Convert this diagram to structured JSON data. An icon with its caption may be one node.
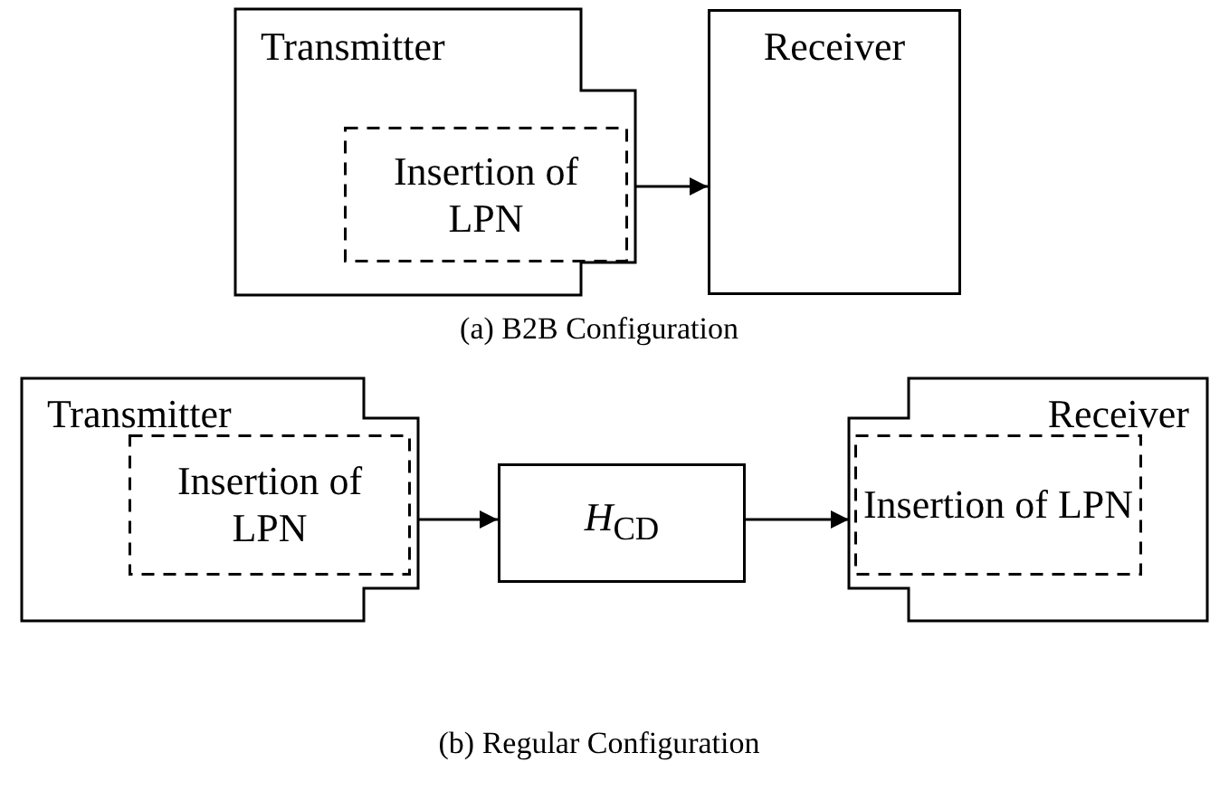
{
  "diagram": {
    "nodes": [
      {
        "text": [
          "Transmitter"
        ]
      },
      {
        "text": [
          "Insertion of LPN"
        ],
        "in": 0
      },
      {
        "text": [
          "Receiver"
        ]
      },
      {
        "text": [
          "Transmitter"
        ]
      },
      {
        "text": [
          "Insertion of LPN"
        ],
        "in": 3
      },
      {
        "text": [
          "*H*$_{CD}$"
        ]
      },
      {
        "text": [
          "Receiver"
        ]
      },
      {
        "text": [
          "Insertion of LPN"
        ],
        "in": 6
      }
    ],
    "edges": [
      {
        "from": 0,
        "to": 2,
        "arrow": "to"
      },
      {
        "from": 3,
        "to": 5,
        "arrow": "to"
      },
      {
        "from": 5,
        "to": 6,
        "arrow": "to"
      }
    ],
    "labels": [
      "(a) B2B Configuration",
      "(b) Regular Configuration"
    ]
  }
}
